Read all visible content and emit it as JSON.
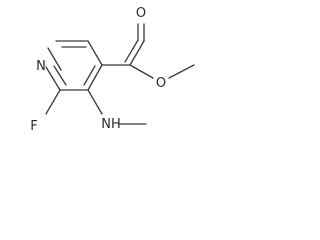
{
  "molecule": {
    "atoms": {
      "nitrogen_ring": "N",
      "fluorine": "F",
      "nitrogen_amine": "NH",
      "carbonyl_oxygen": "O",
      "ester_oxygen": "O"
    },
    "colors": {
      "bond": "#3a3a3a",
      "label": "#2a2a2a",
      "background": "#ffffff"
    }
  }
}
